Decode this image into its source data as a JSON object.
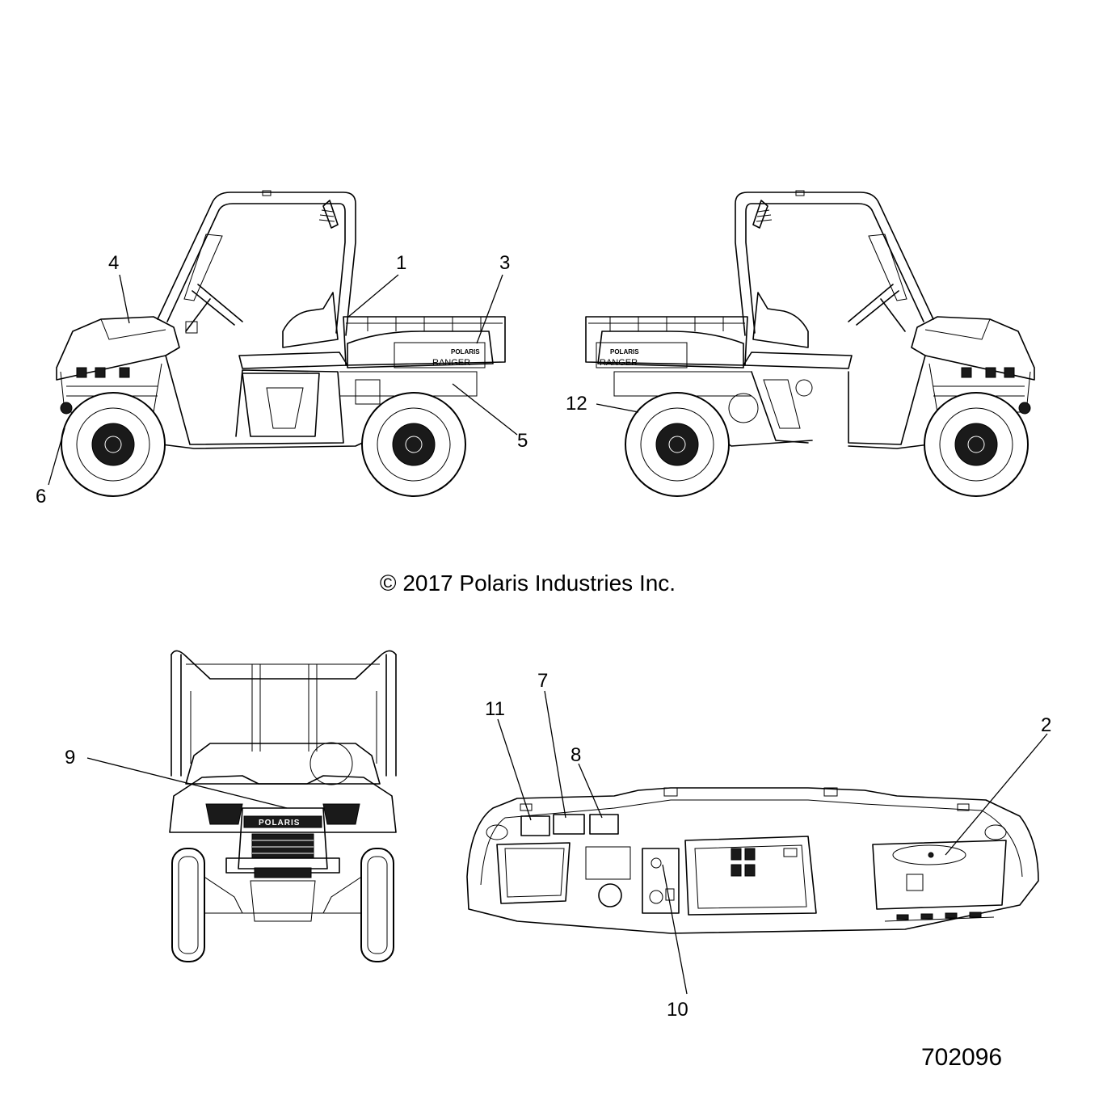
{
  "callouts": {
    "c1": "1",
    "c2": "2",
    "c3": "3",
    "c4": "4",
    "c5": "5",
    "c6": "6",
    "c7": "7",
    "c8": "8",
    "c9": "9",
    "c10": "10",
    "c11": "11",
    "c12": "12"
  },
  "decals": {
    "left_bed_brand": "POLARIS",
    "left_bed_model": "RANGER",
    "right_bed_brand": "POLARIS",
    "right_bed_model": "RANGER",
    "front_grille_brand": "POLARIS"
  },
  "copyright": "© 2017 Polaris Industries Inc.",
  "figure_number": "702096"
}
